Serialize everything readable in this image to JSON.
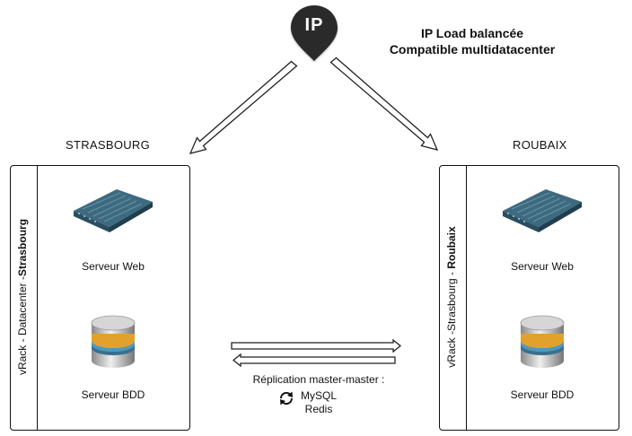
{
  "ip_badge": {
    "text": "IP"
  },
  "header": {
    "line1": "IP Load balancée",
    "line2": "Compatible multidatacenter"
  },
  "datacenters": [
    {
      "title": "STRASBOURG",
      "sidebar_prefix": "vRack - Datacenter -",
      "sidebar_bold": "Strasbourg",
      "web_label": "Serveur Web",
      "db_label": "Serveur BDD"
    },
    {
      "title": "ROUBAIX",
      "sidebar_prefix": "vRack -Strasbourg - ",
      "sidebar_bold": "Roubaix",
      "web_label": "Serveur Web",
      "db_label": "Serveur BDD"
    }
  ],
  "replication": {
    "title": "Réplication master-master :",
    "items": [
      "MySQL",
      "Redis"
    ]
  },
  "icons": [
    "map-pin-icon",
    "server-icon",
    "database-icon",
    "sync-icon",
    "arrow-icon"
  ]
}
